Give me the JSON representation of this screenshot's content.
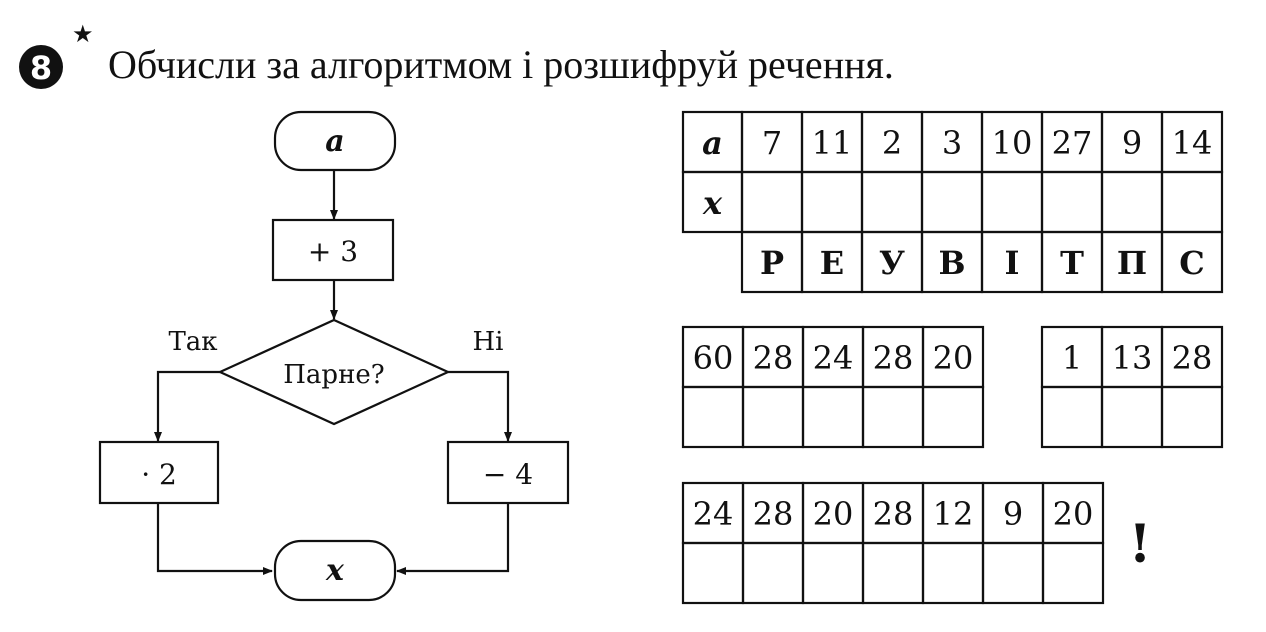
{
  "task": {
    "number": "8",
    "star": "★",
    "title": "Обчисли за алгоритмом і розшифруй речення."
  },
  "flowchart": {
    "start": "a",
    "step1": "+ 3",
    "condition": "Парне?",
    "yes_label": "Так",
    "no_label": "Ні",
    "yes_step": "· 2",
    "no_step": "− 4",
    "end": "x"
  },
  "key_table": {
    "row_a_label": "a",
    "row_x_label": "x",
    "a_values": [
      "7",
      "11",
      "2",
      "3",
      "10",
      "27",
      "9",
      "14"
    ],
    "letters": [
      "Р",
      "Е",
      "У",
      "В",
      "І",
      "Т",
      "П",
      "С"
    ]
  },
  "puzzle": {
    "word1": [
      "60",
      "28",
      "24",
      "28",
      "20"
    ],
    "word2": [
      "1",
      "13",
      "28"
    ],
    "word3": [
      "24",
      "28",
      "20",
      "28",
      "12",
      "9",
      "20"
    ],
    "end_mark": "!"
  }
}
